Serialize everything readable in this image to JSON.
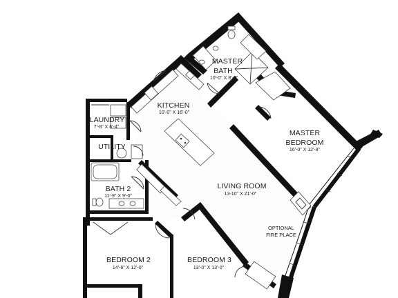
{
  "rooms": {
    "master_bath": {
      "name_line1": "MASTER",
      "name_line2": "BATH",
      "dims": "10'-0\" X 8'-6\""
    },
    "kitchen": {
      "name": "KITCHEN",
      "dims": "10'-0\" X 16'-0\""
    },
    "laundry": {
      "name": "LAUNDRY",
      "dims": "7'-8\" X 6'-4\""
    },
    "utility": {
      "name": "UTILITY"
    },
    "master_bedroom": {
      "name_line1": "MASTER",
      "name_line2": "BEDROOM",
      "dims": "16'-0\" X 12'-8\""
    },
    "living_room": {
      "name": "LIVING ROOM",
      "dims": "13-10\" X 21'-0\""
    },
    "bath2": {
      "name": "BATH 2",
      "dims": "11'-9\" X 9'-0\""
    },
    "bedroom2": {
      "name": "BEDROOM 2",
      "dims": "14'-6\" X 12'-0\""
    },
    "bedroom3": {
      "name": "BEDROOM 3",
      "dims": "13'-0\" X 13'-0\""
    }
  },
  "notes": {
    "fireplace_line1": "OPTIONAL",
    "fireplace_line2": "FIRE PLACE"
  },
  "colors": {
    "wall": "#111111",
    "line": "#333333",
    "background": "#ffffff"
  }
}
